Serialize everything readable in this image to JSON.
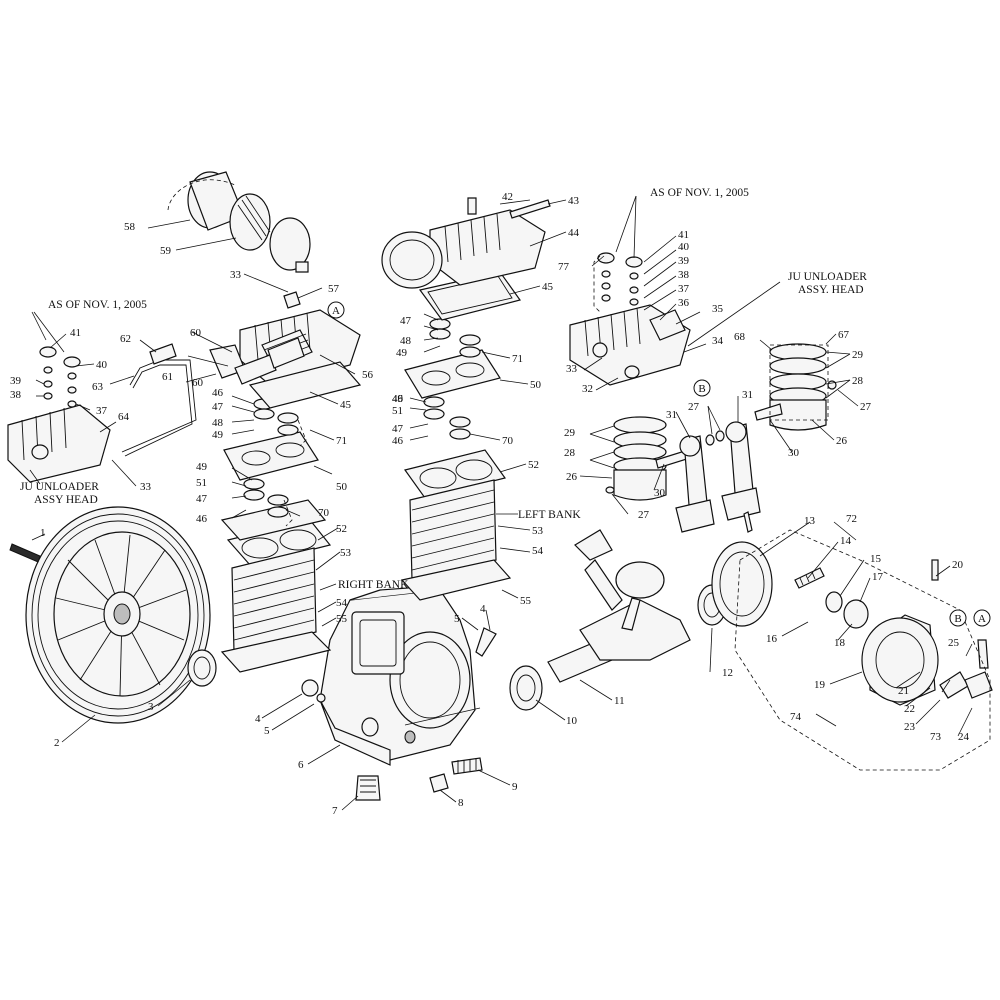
{
  "labels": {
    "as_of_nov_left": "AS OF NOV. 1, 2005",
    "as_of_nov_right": "AS OF NOV. 1, 2005",
    "ju_left_line1": "JU UNLOADER",
    "ju_left_line2": "ASSY HEAD",
    "ju_right_line1": "JU UNLOADER",
    "ju_right_line2": "ASSY. HEAD",
    "right_bank": "RIGHT BANK",
    "left_bank": "LEFT BANK",
    "ref_a": "A",
    "ref_b": "B"
  },
  "callouts": [
    "1",
    "2",
    "3",
    "4",
    "4",
    "5",
    "5",
    "6",
    "7",
    "8",
    "9",
    "10",
    "11",
    "12",
    "13",
    "14",
    "15",
    "16",
    "17",
    "18",
    "19",
    "20",
    "21",
    "22",
    "23",
    "24",
    "25",
    "26",
    "26",
    "27",
    "27",
    "27",
    "28",
    "28",
    "29",
    "29",
    "30",
    "30",
    "31",
    "31",
    "32",
    "33",
    "33",
    "33",
    "34",
    "35",
    "36",
    "37",
    "37",
    "38",
    "38",
    "39",
    "39",
    "40",
    "40",
    "41",
    "41",
    "42",
    "43",
    "44",
    "45",
    "45",
    "46",
    "46",
    "46",
    "46",
    "47",
    "47",
    "47",
    "47",
    "48",
    "48",
    "49",
    "49",
    "49",
    "49",
    "50",
    "50",
    "51",
    "51",
    "52",
    "52",
    "53",
    "53",
    "54",
    "54",
    "55",
    "55",
    "56",
    "57",
    "58",
    "59",
    "60",
    "60",
    "61",
    "62",
    "63",
    "64",
    "67",
    "68",
    "70",
    "70",
    "71",
    "71",
    "72",
    "73",
    "74",
    "77"
  ]
}
